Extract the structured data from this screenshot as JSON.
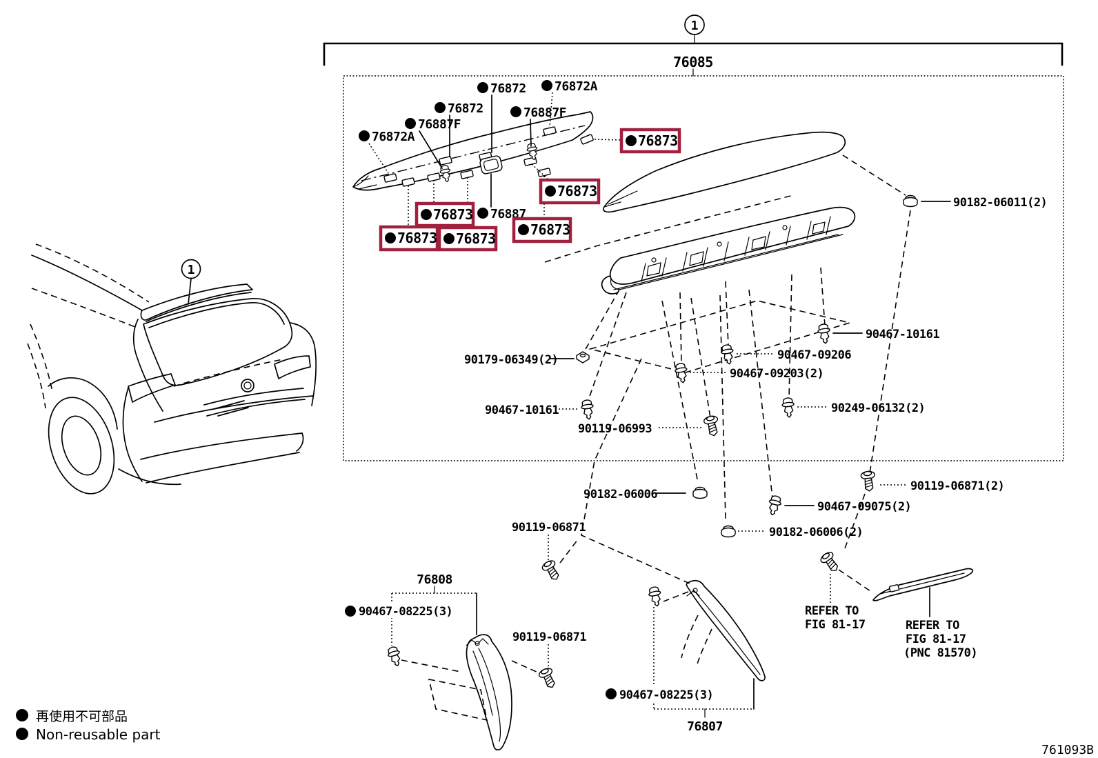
{
  "header": {
    "callout_number": "1",
    "assembly_part_number": "76085",
    "doc_code": "761093B"
  },
  "legend": {
    "jp": "再使用不可部品",
    "en": "Non-reusable part"
  },
  "colors": {
    "highlight_box": "#A2203E",
    "ink": "#000000",
    "paper": "#FFFFFF"
  },
  "spoiler_labels": [
    {
      "text": "76872",
      "non_reusable": true
    },
    {
      "text": "76872A",
      "non_reusable": true
    },
    {
      "text": "76872",
      "non_reusable": true
    },
    {
      "text": "76887F",
      "non_reusable": true
    },
    {
      "text": "76887F",
      "non_reusable": true
    },
    {
      "text": "76872A",
      "non_reusable": true
    },
    {
      "text": "76887",
      "non_reusable": true
    }
  ],
  "highlighted_labels": [
    {
      "text": "76873",
      "non_reusable": true
    },
    {
      "text": "76873",
      "non_reusable": true
    },
    {
      "text": "76873",
      "non_reusable": true
    },
    {
      "text": "76873",
      "non_reusable": true
    },
    {
      "text": "76873",
      "non_reusable": true
    },
    {
      "text": "76873",
      "non_reusable": true
    }
  ],
  "fasteners": [
    {
      "text": "90182-06011(2)"
    },
    {
      "text": "90467-10161"
    },
    {
      "text": "90467-09206"
    },
    {
      "text": "90467-09203(2)"
    },
    {
      "text": "90249-06132(2)"
    },
    {
      "text": "90179-06349(2)"
    },
    {
      "text": "90467-10161"
    },
    {
      "text": "90119-06993"
    },
    {
      "text": "90182-06006"
    },
    {
      "text": "90467-09075(2)"
    },
    {
      "text": "90182-06006(2)"
    },
    {
      "text": "90119-06871(2)"
    }
  ],
  "lower": {
    "garnish_left": "76808",
    "garnish_right": "76807",
    "screw_upper": "90119-06871",
    "screw_lower": "90119-06871",
    "clip_left": "90467-08225(3)",
    "clip_right": "90467-08225(3)",
    "refer_left": {
      "l1": "REFER TO",
      "l2": "FIG 81-17"
    },
    "refer_right": {
      "l1": "REFER TO",
      "l2": "FIG 81-17",
      "l3": "(PNC 81570)"
    }
  }
}
